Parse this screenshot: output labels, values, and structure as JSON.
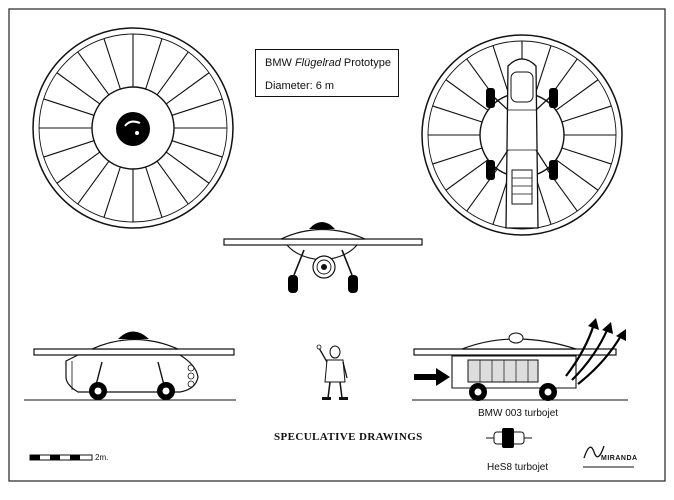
{
  "title_box": {
    "name_prefix": "BMW ",
    "name_italic": "Flügelrad",
    "name_suffix": " Prototype",
    "diameter": "Diameter: 6 m"
  },
  "caption": "SPECULATIVE DRAWINGS",
  "labels": {
    "engine_1": "BMW 003 turbojet",
    "engine_2": "HeS8 turbojet",
    "scale": "2m.",
    "signature": "MIRANDA"
  },
  "rotor_blade_count": 20,
  "colors": {
    "ink": "#111111",
    "paper": "#ffffff",
    "frame": "#222222",
    "arrow": "#000000"
  }
}
